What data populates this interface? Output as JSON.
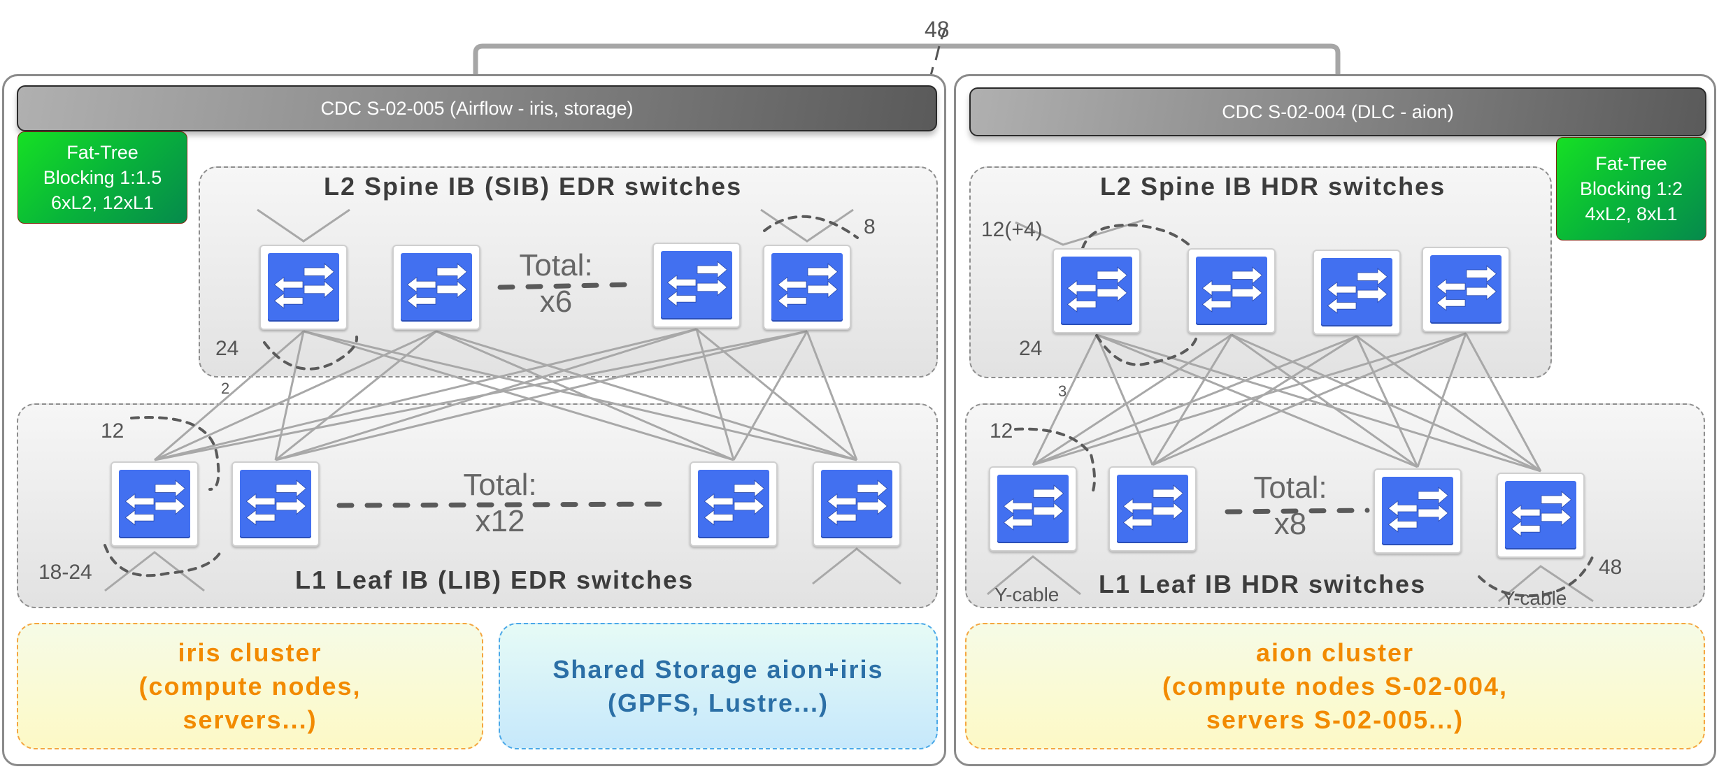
{
  "interlink": {
    "label": "48"
  },
  "sites": [
    {
      "id": "left",
      "header": "CDC S-02-005 (Airflow - iris, storage)",
      "fat_tree": [
        "Fat-Tree",
        "Blocking 1:1.5",
        "6xL2, 12xL1"
      ],
      "l2": {
        "title": "L2 Spine IB (SIB) EDR switches",
        "total_label": "Total:",
        "total_count": "x6",
        "uplink_label": "8",
        "downlink_label": "24"
      },
      "between_label": "2",
      "l1": {
        "title": "L1 Leaf IB (LIB) EDR switches",
        "total_label": "Total:",
        "total_count": "x12",
        "uplink_label": "12",
        "downlink_label": "18-24"
      },
      "clusters": [
        {
          "lines": [
            "iris cluster",
            "(compute nodes,",
            "servers...)"
          ],
          "color": "#f28a00"
        },
        {
          "lines": [
            "Shared Storage aion+iris",
            "(GPFS, Lustre...)"
          ],
          "color": "#2b6fa6"
        }
      ]
    },
    {
      "id": "right",
      "header": "CDC S-02-004 (DLC - aion)",
      "fat_tree": [
        "Fat-Tree",
        "Blocking 1:2",
        "4xL2, 8xL1"
      ],
      "l2": {
        "title": "L2 Spine IB HDR switches",
        "total_label": "",
        "total_count": "",
        "uplink_label": "12(+4)",
        "downlink_label": "24"
      },
      "between_label": "3",
      "l1": {
        "title": "L1 Leaf IB HDR switches",
        "total_label": "Total:",
        "total_count": "x8",
        "uplink_label": "12",
        "downlink_label": "48",
        "cable_left": "Y-cable",
        "cable_right": "Y-cable"
      },
      "clusters": [
        {
          "lines": [
            "aion cluster",
            "(compute nodes S-02-004,",
            "servers  S-02-005...)"
          ],
          "color": "#f28a00"
        }
      ]
    }
  ],
  "colors": {
    "switch_blue": "#4270f0",
    "fat_tree_green": "#08b43a",
    "wire_gray": "#a8a8a8",
    "dash_dark": "#5a5a5a"
  }
}
